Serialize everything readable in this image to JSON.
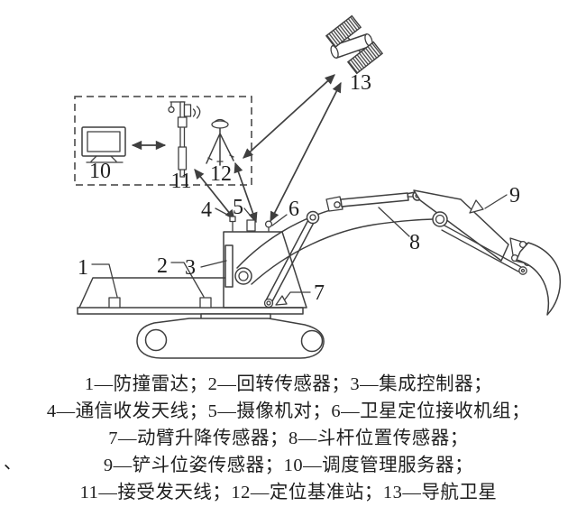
{
  "diagram": {
    "labels": {
      "n1": "1",
      "n2": "2",
      "n3": "3",
      "n4": "4",
      "n5": "5",
      "n6": "6",
      "n7": "7",
      "n8": "8",
      "n9": "9",
      "n10": "10",
      "n11": "11",
      "n12": "12",
      "n13": "13"
    },
    "legend": {
      "lines": [
        "1—防撞雷达；2—回转传感器；3—集成控制器；",
        "4—通信收发天线；5—摄像机对；6—卫星定位接收机组；",
        "7—动臂升降传感器；8—斗杆位置传感器；",
        "9—铲斗位姿传感器；10—调度管理服务器；",
        "11—接受发天线；12—定位基准站；13—导航卫星"
      ]
    },
    "stray_mark": "、",
    "colors": {
      "line": "#3f3f3f",
      "text": "#1f1f1f",
      "bg": "#ffffff"
    }
  }
}
